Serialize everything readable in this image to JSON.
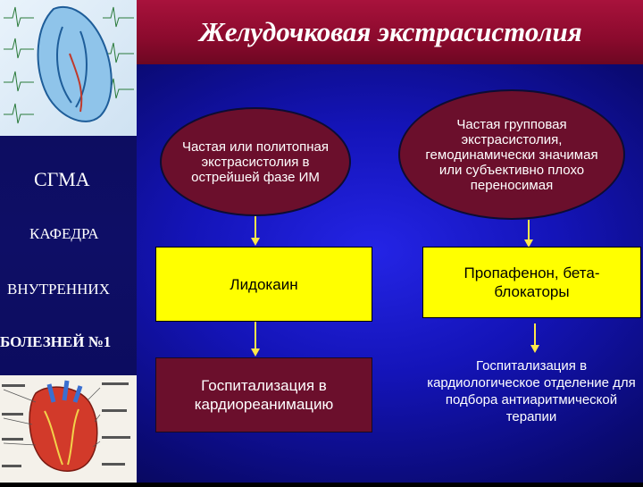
{
  "title": "Желудочковая экстрасистолия",
  "sidebar": {
    "org": "СГМА",
    "dept_line1": "КАФЕДРА",
    "dept_line2": "ВНУТРЕННИХ",
    "dept_line3": "БОЛЕЗНЕЙ №1"
  },
  "left_column": {
    "condition": "Частая или политопная экстрасистолия в острейшей фазе ИМ",
    "treatment": "Лидокаин",
    "action": "Госпитализация в кардиореанимацию"
  },
  "right_column": {
    "condition": "Частая групповая экстрасистолия, гемодинамически значимая или субъективно плохо переносимая",
    "treatment": "Пропафенон, бета-блокаторы",
    "action": "Госпитализация в кардиологическое отделение для подбора антиаритмической терапии"
  },
  "colors": {
    "background": "#1414b8",
    "title_bar": "#8b0a2d",
    "oval_fill": "#6b0f2c",
    "box_fill": "#ffff00",
    "arrow": "#ffe84a"
  }
}
